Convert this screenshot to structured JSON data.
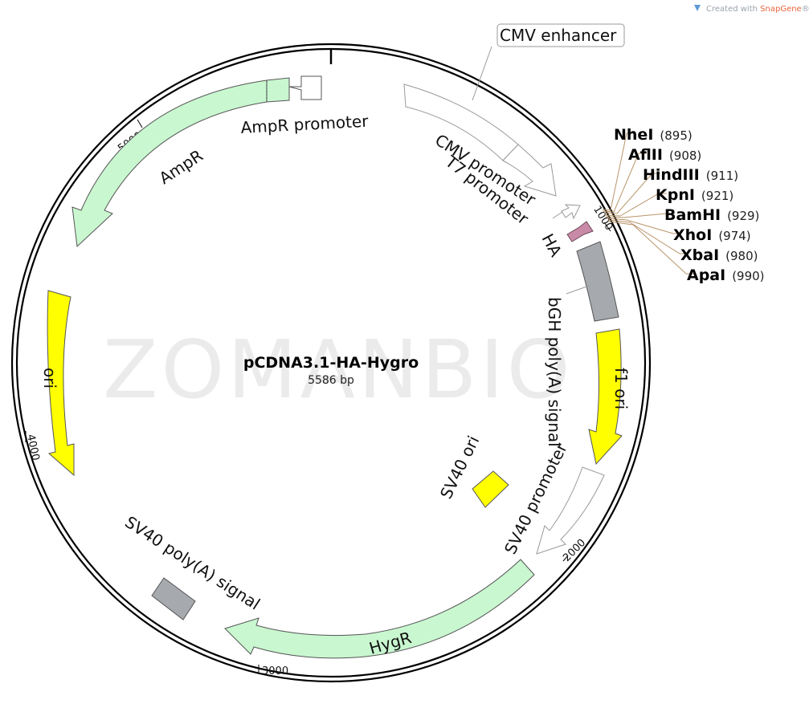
{
  "credit": {
    "prefix": "Created with ",
    "brand": "SnapGene",
    "mark": "®"
  },
  "watermark": "ZOMANBIO",
  "plasmid": {
    "name": "pCDNA3.1-HA-Hygro",
    "size_label": "5586 bp"
  },
  "ticks": [
    "1000",
    "2000",
    "3000",
    "4000",
    "5000"
  ],
  "features": [
    {
      "label": "CMV enhancer",
      "color": "#ffffff"
    },
    {
      "label": "CMV promoter",
      "color": "#ffffff"
    },
    {
      "label": "T7 promoter",
      "color": "#ffffff"
    },
    {
      "label": "HA",
      "color": "#c98aa8"
    },
    {
      "label": "bGH poly(A) signal",
      "color": "#a6a9ae"
    },
    {
      "label": "f1 ori",
      "color": "#ffff00"
    },
    {
      "label": "SV40 promoter",
      "color": "#ffffff"
    },
    {
      "label": "SV40 ori",
      "color": "#ffff00"
    },
    {
      "label": "HygR",
      "color": "#c9f7d0"
    },
    {
      "label": "SV40 poly(A) signal",
      "color": "#a6a9ae"
    },
    {
      "label": "ori",
      "color": "#ffff00"
    },
    {
      "label": "AmpR",
      "color": "#c9f7d0"
    },
    {
      "label": "AmpR promoter",
      "color": "#ffffff"
    }
  ],
  "sites": [
    {
      "name": "NheI",
      "pos": "(895)"
    },
    {
      "name": "AflII",
      "pos": "(908)"
    },
    {
      "name": "HindIII",
      "pos": "(911)"
    },
    {
      "name": "KpnI",
      "pos": "(921)"
    },
    {
      "name": "BamHI",
      "pos": "(929)"
    },
    {
      "name": "XhoI",
      "pos": "(974)"
    },
    {
      "name": "XbaI",
      "pos": "(980)"
    },
    {
      "name": "ApaI",
      "pos": "(990)"
    }
  ]
}
